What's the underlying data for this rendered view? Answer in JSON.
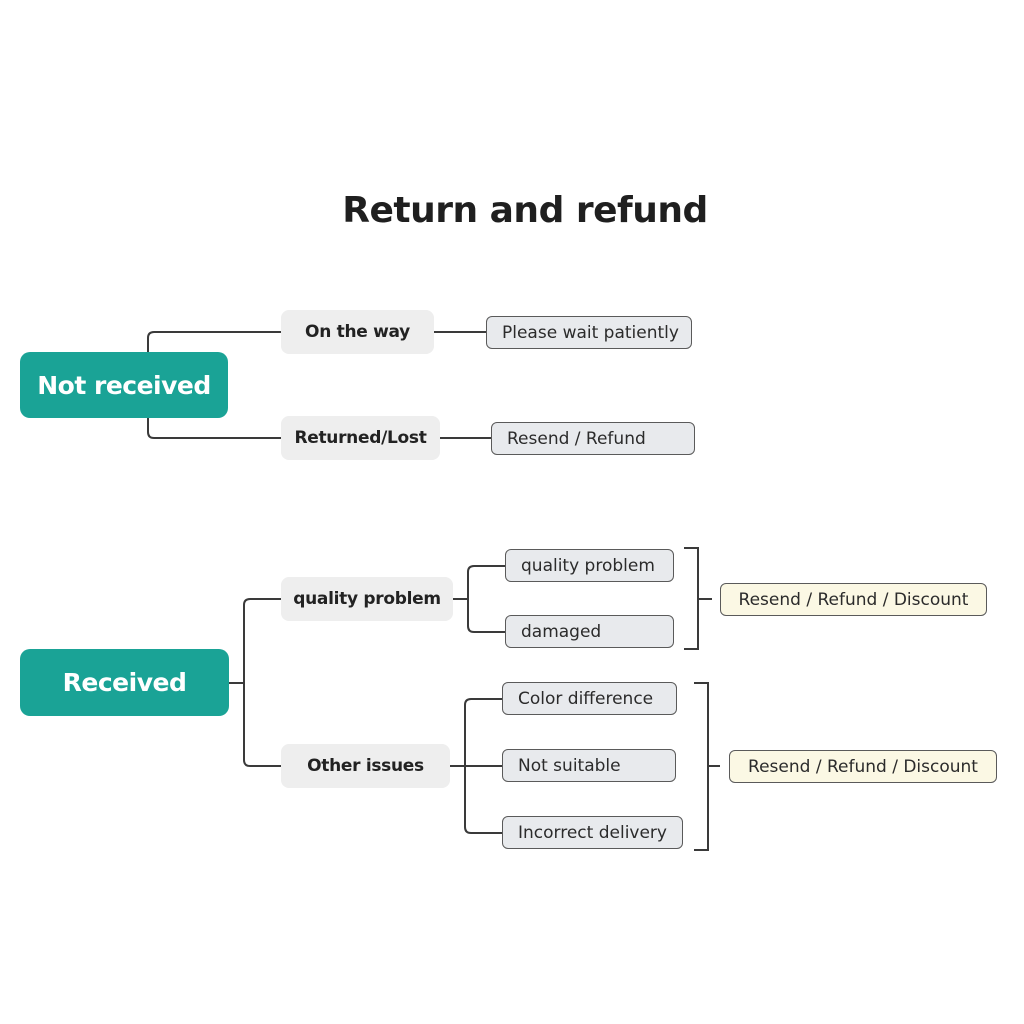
{
  "title": "Return and refund",
  "not_received": {
    "label": "Not received",
    "branches": [
      {
        "label": "On the way",
        "result": "Please wait patiently"
      },
      {
        "label": "Returned/Lost",
        "result": "Resend / Refund"
      }
    ]
  },
  "received": {
    "label": "Received",
    "quality_problem": {
      "label": "quality problem",
      "leaves": [
        "quality problem",
        "damaged"
      ],
      "outcome": "Resend / Refund / Discount"
    },
    "other_issues": {
      "label": "Other issues",
      "leaves": [
        "Color difference",
        "Not suitable",
        "Incorrect delivery"
      ],
      "outcome": "Resend / Refund / Discount"
    }
  },
  "colors": {
    "root": "#1aa396",
    "branch": "#eeeeee",
    "leaf": "#e8eaed",
    "outcome": "#fbf8e4",
    "line": "#3a3a3a"
  }
}
